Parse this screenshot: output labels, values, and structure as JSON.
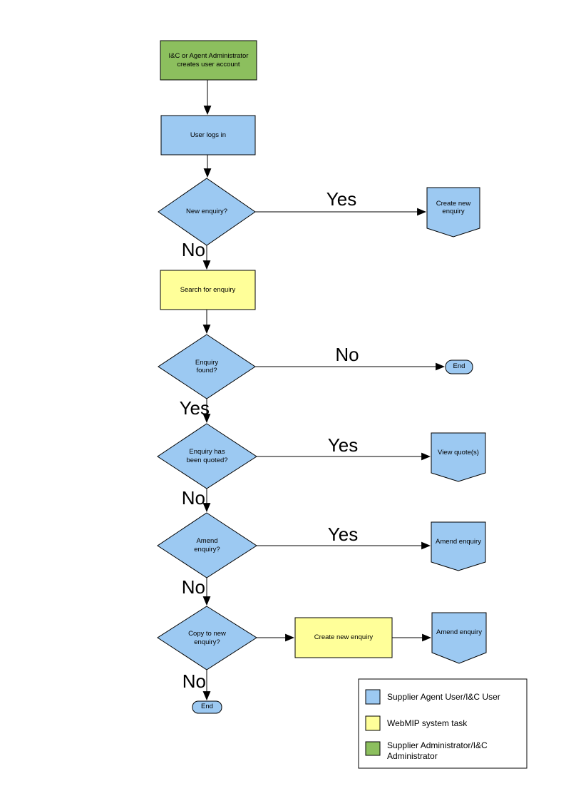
{
  "nodes": {
    "admin_creates_account": {
      "label": "I&C or Agent Administrator\ncreates user account"
    },
    "user_logs_in": {
      "label": "User logs in"
    },
    "new_enquiry_q": {
      "label": "New enquiry?"
    },
    "create_new_enquiry_action": {
      "label": "Create new\nenquiry"
    },
    "search_for_enquiry": {
      "label": "Search for enquiry"
    },
    "enquiry_found_q": {
      "label": "Enquiry\nfound?"
    },
    "end_1": {
      "label": "End"
    },
    "enquiry_quoted_q": {
      "label": "Enquiry has\nbeen quoted?"
    },
    "view_quotes_action": {
      "label": "View quote(s)"
    },
    "amend_enquiry_q": {
      "label": "Amend\nenquiry?"
    },
    "amend_enquiry_action_1": {
      "label": "Amend enquiry"
    },
    "copy_to_new_enquiry_q": {
      "label": "Copy to new\nenquiry?"
    },
    "create_new_enquiry_task": {
      "label": "Create new enquiry"
    },
    "amend_enquiry_action_2": {
      "label": "Amend enquiry"
    },
    "end_2": {
      "label": "End"
    }
  },
  "edge_labels": {
    "new_enquiry_yes": "Yes",
    "new_enquiry_no": "No",
    "enquiry_found_no": "No",
    "enquiry_found_yes": "Yes",
    "enquiry_quoted_yes": "Yes",
    "enquiry_quoted_no": "No",
    "amend_enquiry_yes": "Yes",
    "amend_enquiry_no": "No",
    "copy_to_new_no": "No"
  },
  "legend": {
    "items": [
      {
        "label": "Supplier Agent User/I&C User",
        "color": "#9CC9F2"
      },
      {
        "label": "WebMIP system task",
        "color": "#FFFF99"
      },
      {
        "label": "Supplier Administrator/I&C Administrator",
        "color": "#8CBF5E"
      }
    ]
  },
  "colors": {
    "user_task": "#9CC9F2",
    "system_task": "#FFFF99",
    "admin_task": "#8CBF5E",
    "outline": "#000000",
    "background": "#FFFFFF"
  }
}
